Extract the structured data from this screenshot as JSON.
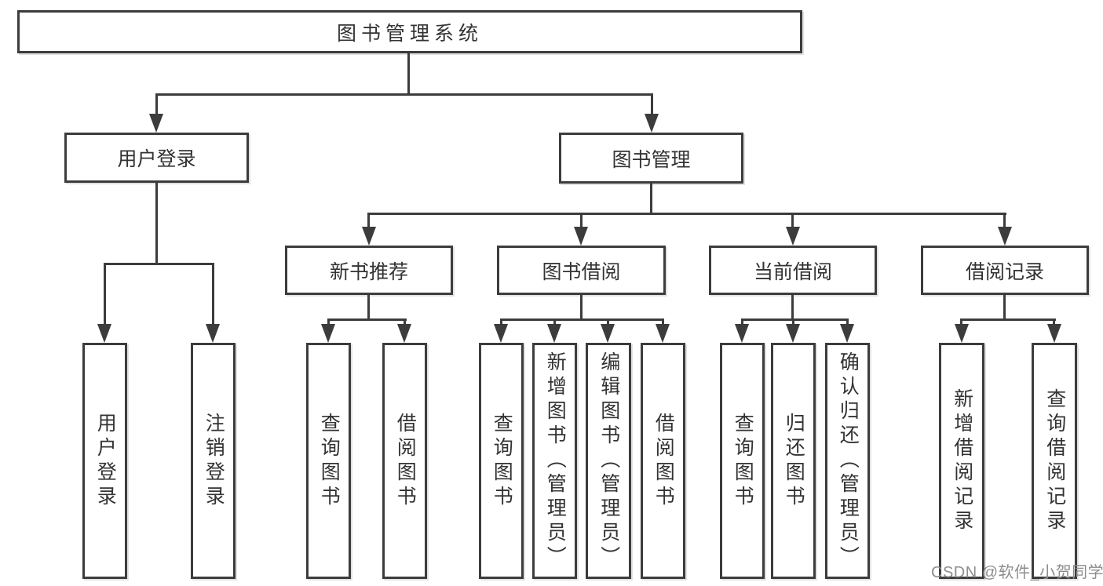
{
  "nodes": {
    "root": {
      "label": "图书管理系统"
    },
    "level2": [
      {
        "label": "用户登录"
      },
      {
        "label": "图书管理"
      }
    ],
    "level3": [
      {
        "label": "新书推荐",
        "parent": "图书管理"
      },
      {
        "label": "图书借阅",
        "parent": "图书管理"
      },
      {
        "label": "当前借阅",
        "parent": "图书管理"
      },
      {
        "label": "借阅记录",
        "parent": "图书管理"
      }
    ],
    "leaves": [
      {
        "label": "用户登录",
        "parent": "用户登录"
      },
      {
        "label": "注销登录",
        "parent": "用户登录"
      },
      {
        "label": "查询图书",
        "parent": "新书推荐"
      },
      {
        "label": "借阅图书",
        "parent": "新书推荐"
      },
      {
        "label": "查询图书",
        "parent": "图书借阅"
      },
      {
        "label": "新增图书（管理员）",
        "parent": "图书借阅"
      },
      {
        "label": "编辑图书（管理员）",
        "parent": "图书借阅"
      },
      {
        "label": "借阅图书",
        "parent": "图书借阅"
      },
      {
        "label": "查询图书",
        "parent": "当前借阅"
      },
      {
        "label": "归还图书",
        "parent": "当前借阅"
      },
      {
        "label": "确认归还（管理员）",
        "parent": "当前借阅"
      },
      {
        "label": "新增借阅记录",
        "parent": "借阅记录"
      },
      {
        "label": "查询借阅记录",
        "parent": "借阅记录"
      }
    ]
  },
  "watermark": {
    "text": "CSDN @软件_小贺同学"
  },
  "colors": {
    "line": "#3c3c3c",
    "text": "#333333",
    "watermark": "#8d8d8d",
    "background": "#ffffff"
  }
}
